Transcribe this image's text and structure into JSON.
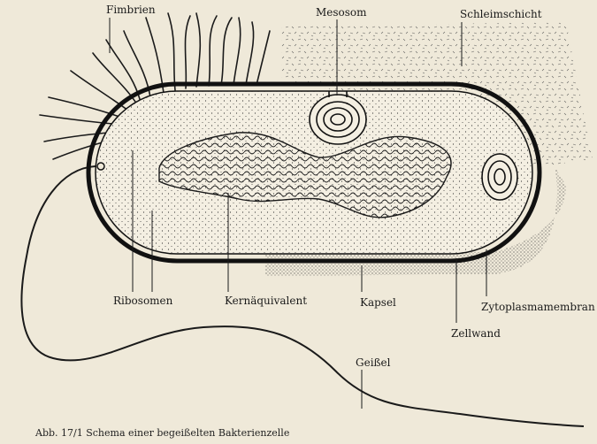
{
  "labels": {
    "fimbrien": "Fimbrien",
    "mesosom": "Mesosom",
    "schleimschicht": "Schleimschicht",
    "ribosomen": "Ribosomen",
    "kernaequivalent": "Kernäquivalent",
    "kapsel": "Kapsel",
    "zytoplasmamembran": "Zytoplasmamembran",
    "zellwand": "Zellwand",
    "geissel": "Geißel"
  },
  "caption": "Abb. 17/1  Schema einer begeißelten Bakterienzelle",
  "colors": {
    "paper": "#efe9d9",
    "ink": "#1a1a1a",
    "cytoplasm": "#f4efe2",
    "capsule": "#d8d0bf"
  }
}
